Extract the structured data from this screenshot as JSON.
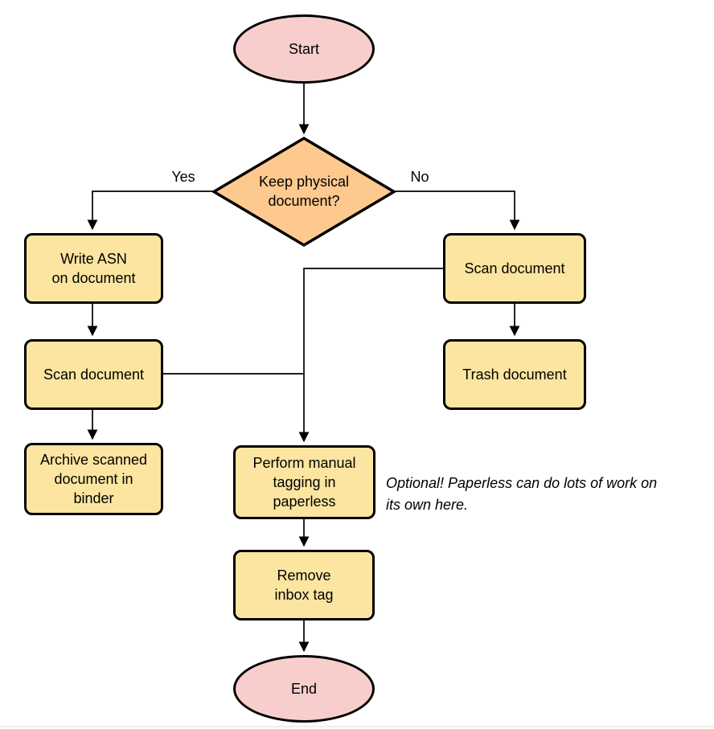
{
  "colors": {
    "terminal_fill": "#f8cecc",
    "decision_fill": "#fdc98f",
    "process_fill": "#fce5a0",
    "stroke": "#000000",
    "page_edge": "#f0eee8"
  },
  "nodes": {
    "start": {
      "label": "Start"
    },
    "decision": {
      "label": "Keep physical\ndocument?"
    },
    "write_asn": {
      "label": "Write ASN\non document"
    },
    "scan_left": {
      "label": "Scan document"
    },
    "archive": {
      "label": "Archive scanned\ndocument in\nbinder"
    },
    "scan_right": {
      "label": "Scan document"
    },
    "trash": {
      "label": "Trash document"
    },
    "tagging": {
      "label": "Perform manual\ntagging in\npaperless"
    },
    "remove_inbox": {
      "label": "Remove\ninbox tag"
    },
    "end": {
      "label": "End"
    }
  },
  "edges": {
    "yes_label": "Yes",
    "no_label": "No"
  },
  "annotation": {
    "text": "Optional! Paperless can do lots of work on\nits own here."
  }
}
